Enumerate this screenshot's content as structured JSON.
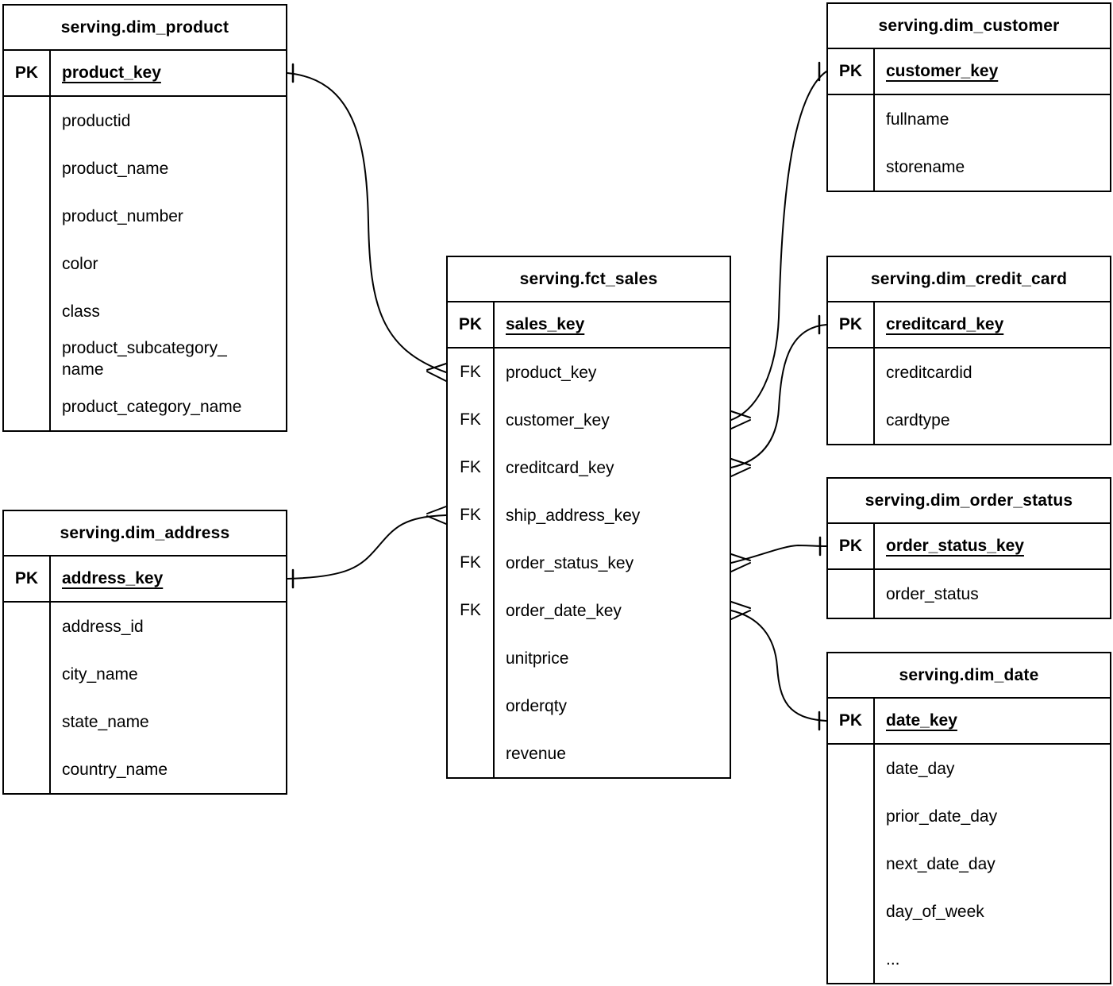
{
  "colors": {
    "background": "#ffffff",
    "line": "#000000",
    "text": "#000000"
  },
  "diagram": {
    "tables": {
      "dim_product": {
        "title": "serving.dim_product",
        "key": {
          "label": "PK",
          "name": "product_key"
        },
        "fields": [
          {
            "label": "",
            "name": "productid"
          },
          {
            "label": "",
            "name": "product_name"
          },
          {
            "label": "",
            "name": "product_number"
          },
          {
            "label": "",
            "name": "color"
          },
          {
            "label": "",
            "name": "class"
          },
          {
            "label": "",
            "name": "product_subcategory_\nname"
          },
          {
            "label": "",
            "name": "product_category_name"
          }
        ]
      },
      "dim_customer": {
        "title": "serving.dim_customer",
        "key": {
          "label": "PK",
          "name": "customer_key"
        },
        "fields": [
          {
            "label": "",
            "name": "fullname"
          },
          {
            "label": "",
            "name": "storename"
          }
        ]
      },
      "fct_sales": {
        "title": "serving.fct_sales",
        "key": {
          "label": "PK",
          "name": "sales_key"
        },
        "fields": [
          {
            "label": "FK",
            "name": "product_key"
          },
          {
            "label": "FK",
            "name": "customer_key"
          },
          {
            "label": "FK",
            "name": "creditcard_key"
          },
          {
            "label": "FK",
            "name": "ship_address_key"
          },
          {
            "label": "FK",
            "name": "order_status_key"
          },
          {
            "label": "FK",
            "name": "order_date_key"
          },
          {
            "label": "",
            "name": "unitprice"
          },
          {
            "label": "",
            "name": "orderqty"
          },
          {
            "label": "",
            "name": "revenue"
          }
        ]
      },
      "dim_credit_card": {
        "title": "serving.dim_credit_card",
        "key": {
          "label": "PK",
          "name": "creditcard_key"
        },
        "fields": [
          {
            "label": "",
            "name": "creditcardid"
          },
          {
            "label": "",
            "name": "cardtype"
          }
        ]
      },
      "dim_order_status": {
        "title": "serving.dim_order_status",
        "key": {
          "label": "PK",
          "name": "order_status_key"
        },
        "fields": [
          {
            "label": "",
            "name": "order_status"
          }
        ]
      },
      "dim_date": {
        "title": "serving.dim_date",
        "key": {
          "label": "PK",
          "name": "date_key"
        },
        "fields": [
          {
            "label": "",
            "name": "date_day"
          },
          {
            "label": "",
            "name": "prior_date_day"
          },
          {
            "label": "",
            "name": "next_date_day"
          },
          {
            "label": "",
            "name": "day_of_week"
          },
          {
            "label": "",
            "name": "..."
          }
        ]
      },
      "dim_address": {
        "title": "serving.dim_address",
        "key": {
          "label": "PK",
          "name": "address_key"
        },
        "fields": [
          {
            "label": "",
            "name": "address_id"
          },
          {
            "label": "",
            "name": "city_name"
          },
          {
            "label": "",
            "name": "state_name"
          },
          {
            "label": "",
            "name": "country_name"
          }
        ]
      }
    },
    "relationships": [
      {
        "one_side": "serving.dim_product.product_key",
        "many_side": "serving.fct_sales.product_key",
        "cardinality": "one-to-many"
      },
      {
        "one_side": "serving.dim_customer.customer_key",
        "many_side": "serving.fct_sales.customer_key",
        "cardinality": "one-to-many"
      },
      {
        "one_side": "serving.dim_credit_card.creditcard_key",
        "many_side": "serving.fct_sales.creditcard_key",
        "cardinality": "one-to-many"
      },
      {
        "one_side": "serving.dim_order_status.order_status_key",
        "many_side": "serving.fct_sales.order_status_key",
        "cardinality": "one-to-many"
      },
      {
        "one_side": "serving.dim_date.date_key",
        "many_side": "serving.fct_sales.order_date_key",
        "cardinality": "one-to-many"
      },
      {
        "one_side": "serving.dim_address.address_key",
        "many_side": "serving.fct_sales.ship_address_key",
        "cardinality": "one-to-many"
      }
    ]
  }
}
